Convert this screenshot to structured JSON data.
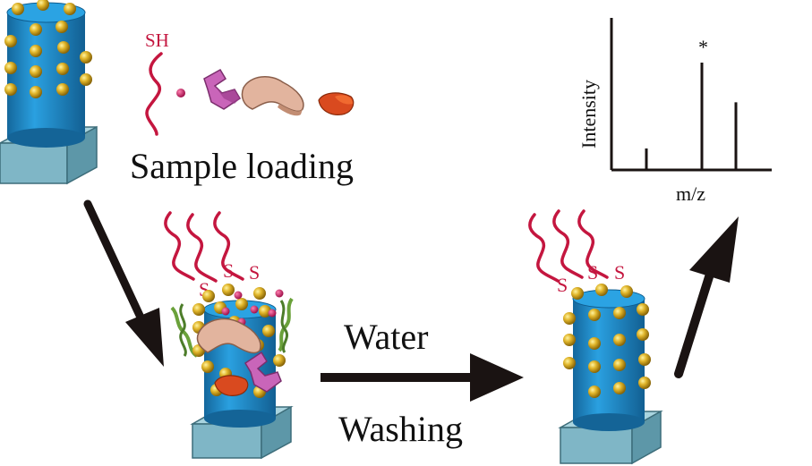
{
  "labels": {
    "thiol": "SH",
    "loading": "Sample loading",
    "water": "Water",
    "washing": "Washing",
    "peak_marker": "*"
  },
  "spectrum": {
    "ylabel": "Intensity",
    "xlabel": "m/z"
  },
  "chart_data": {
    "type": "bar",
    "title": "",
    "xlabel": "m/z",
    "ylabel": "Intensity",
    "series": [
      {
        "values": [
          0.2,
          1.0,
          0.63
        ]
      }
    ],
    "annotations": [
      "*"
    ]
  },
  "colors": {
    "cylinder": "#1f8ccf",
    "base": "#7fb6c6",
    "gold": "#d4a81c",
    "thiol_strand": "#c4163f",
    "arrow": "#1a1312",
    "enzyme": "#c965b9",
    "protein": "#e2b49e",
    "organ": "#d94a1f",
    "dna": "#6aa13a",
    "small_molecule": "#c61c62"
  }
}
